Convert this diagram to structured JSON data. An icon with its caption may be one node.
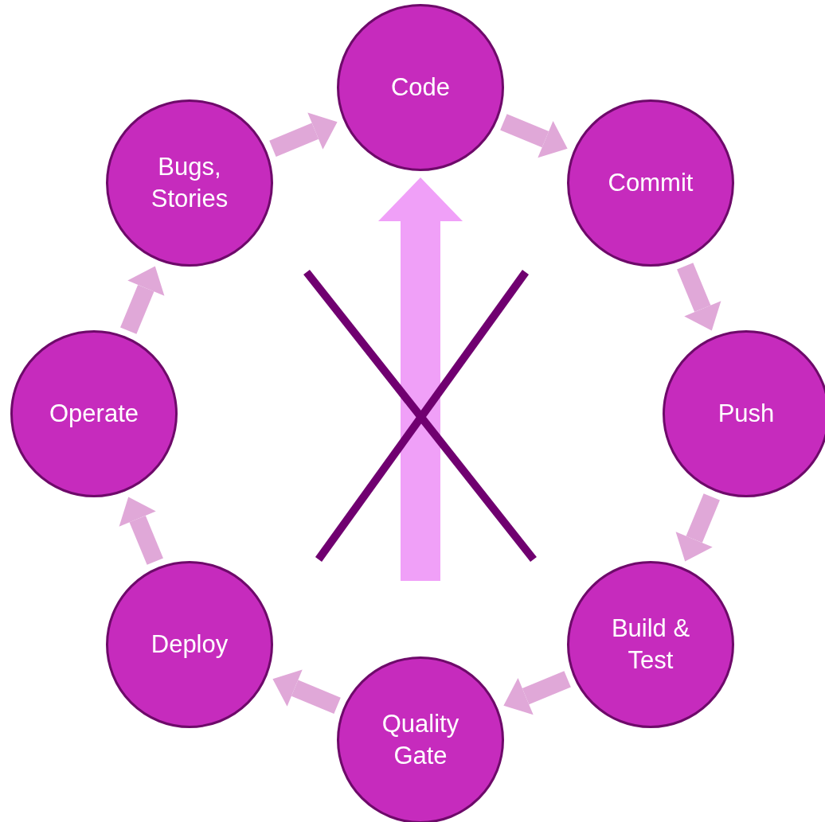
{
  "diagram": {
    "nodes": [
      {
        "text": [
          "Code"
        ]
      },
      {
        "text": [
          "Commit"
        ]
      },
      {
        "text": [
          "Push"
        ]
      },
      {
        "text": [
          "Build & Test"
        ]
      },
      {
        "text": [
          "Quality Gate"
        ]
      },
      {
        "text": [
          "Deploy"
        ]
      },
      {
        "text": [
          "Operate"
        ]
      },
      {
        "text": [
          "Bugs, Stories"
        ]
      }
    ],
    "edges": [
      {
        "from": 0,
        "to": 1,
        "arrow": "to"
      },
      {
        "from": 1,
        "to": 2,
        "arrow": "to"
      },
      {
        "from": 2,
        "to": 3,
        "arrow": "to"
      },
      {
        "from": 3,
        "to": 4,
        "arrow": "to"
      },
      {
        "from": 4,
        "to": 5,
        "arrow": "to"
      },
      {
        "from": 5,
        "to": 6,
        "arrow": "to"
      },
      {
        "from": 6,
        "to": 7,
        "arrow": "to"
      },
      {
        "from": 7,
        "to": 0,
        "arrow": "to"
      },
      {
        "from": null,
        "to": 0,
        "arrow": "to",
        "style": "thick",
        "color": "#f0a0f8"
      }
    ]
  }
}
